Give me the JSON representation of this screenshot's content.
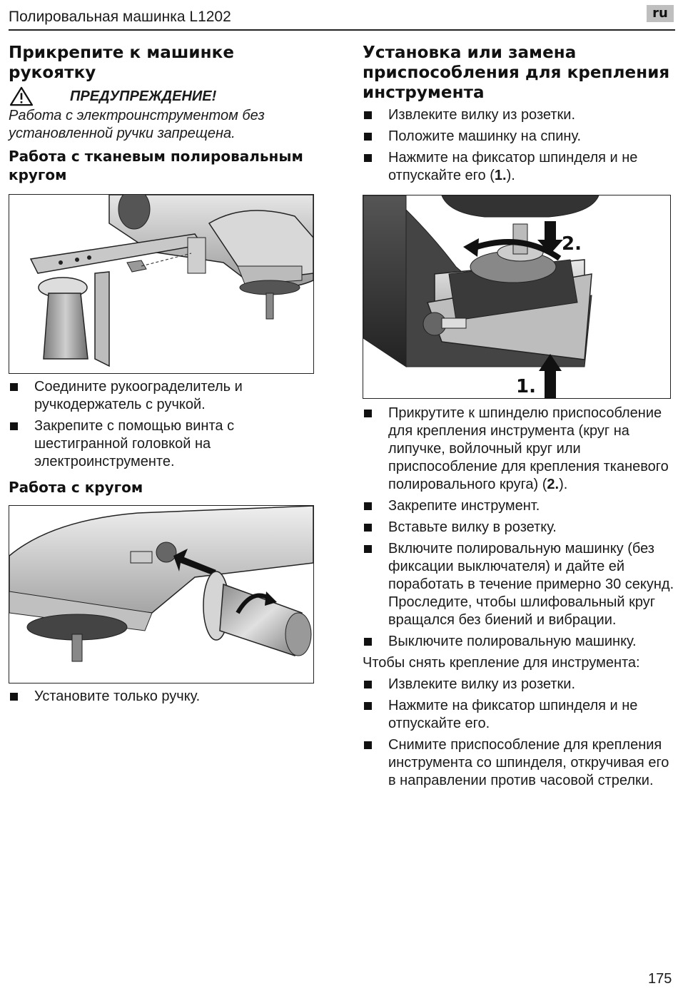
{
  "header": {
    "title": "Полировальная машинка L1202",
    "lang": "ru"
  },
  "left": {
    "heading": "Прикрепите к машинке рукоятку",
    "warning": {
      "icon": "warning-triangle-icon",
      "title": "ПРЕДУПРЕЖДЕНИЕ!",
      "text": "Работа с электроинструментом без установленной ручки запрещена."
    },
    "sub1": {
      "heading": "Работа с тканевым полировальным кругом",
      "items": [
        "Соедините рукоограде­литель и ручкодержатель с ручкой.",
        "Закрепите с помощью винта с шестигранной головкой на электроинструменте."
      ]
    },
    "sub2": {
      "heading": "Работа с кругом",
      "items": [
        "Установите только ручку."
      ]
    }
  },
  "right": {
    "heading": "Установка или замена приспособления для крепления инструмента",
    "items_a": [
      "Извлеките вилку из розетки.",
      "Положите машинку на спину."
    ],
    "item_a3": {
      "text": "Нажмите на фиксатор шпинделя и не отпускайте его (",
      "ref": "1.",
      "tail": ")."
    },
    "figure_labels": {
      "step1": "1.",
      "step2": "2."
    },
    "item_b1": {
      "text": "Прикрутите к шпинделю приспособ­ление для крепления инструмента (круг на липучке, войлочный круг или приспособление для крепления тканевого полировального круга) (",
      "ref": "2.",
      "tail": ")."
    },
    "items_b": [
      "Закрепите инструмент.",
      "Вставьте вилку в розетку.",
      "Включите полировальную машинку (без фиксации выключателя) и дайте ей поработать в течение примерно 30 секунд. Проследите, чтобы шлифовальный круг вращался без биений и вибрации.",
      "Выключите полировальную машинку."
    ],
    "remove_intro": "Чтобы снять крепление для инструмента:",
    "items_c": [
      "Извлеките вилку из розетки.",
      "Нажмите на фиксатор шпинделя и не отпускайте его.",
      "Снимите приспособление для крепления инструмента со шпинделя, откручивая его в направлении против часовой стрелки."
    ]
  },
  "footer": {
    "page": "175"
  }
}
